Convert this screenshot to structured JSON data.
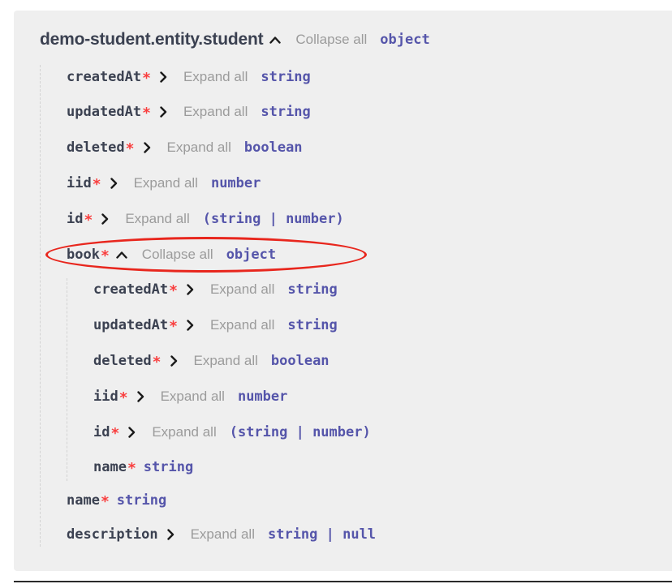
{
  "schema": {
    "root": {
      "name": "demo-student.entity.student",
      "action": "Collapse all",
      "type": "object",
      "expanded": true
    },
    "properties": [
      {
        "name": "createdAt",
        "required": "*",
        "action": "Expand all",
        "type": "string",
        "expanded": false
      },
      {
        "name": "updatedAt",
        "required": "*",
        "action": "Expand all",
        "type": "string",
        "expanded": false
      },
      {
        "name": "deleted",
        "required": "*",
        "action": "Expand all",
        "type": "boolean",
        "expanded": false
      },
      {
        "name": "iid",
        "required": "*",
        "action": "Expand all",
        "type": "number",
        "expanded": false
      },
      {
        "name": "id",
        "required": "*",
        "action": "Expand all",
        "type": "(string | number)",
        "expanded": false
      },
      {
        "name": "book",
        "required": "*",
        "action": "Collapse all",
        "type": "object",
        "expanded": true,
        "children": [
          {
            "name": "createdAt",
            "required": "*",
            "action": "Expand all",
            "type": "string",
            "expanded": false
          },
          {
            "name": "updatedAt",
            "required": "*",
            "action": "Expand all",
            "type": "string",
            "expanded": false
          },
          {
            "name": "deleted",
            "required": "*",
            "action": "Expand all",
            "type": "boolean",
            "expanded": false
          },
          {
            "name": "iid",
            "required": "*",
            "action": "Expand all",
            "type": "number",
            "expanded": false
          },
          {
            "name": "id",
            "required": "*",
            "action": "Expand all",
            "type": "(string | number)",
            "expanded": false
          },
          {
            "name": "name",
            "required": "*",
            "type": "string"
          }
        ]
      },
      {
        "name": "name",
        "required": "*",
        "type": "string"
      },
      {
        "name": "description",
        "action": "Expand all",
        "type": "string | null",
        "expanded": false
      }
    ]
  },
  "icons": {
    "expand": "chevron-right-icon",
    "collapse": "chevron-up-icon"
  },
  "colors": {
    "panel_bg": "#efefef",
    "prop_text": "#3b4151",
    "required": "#f93e3e",
    "action_text": "#9b9b9b",
    "type_text": "#5555aa",
    "highlight_oval": "#e8261d"
  }
}
